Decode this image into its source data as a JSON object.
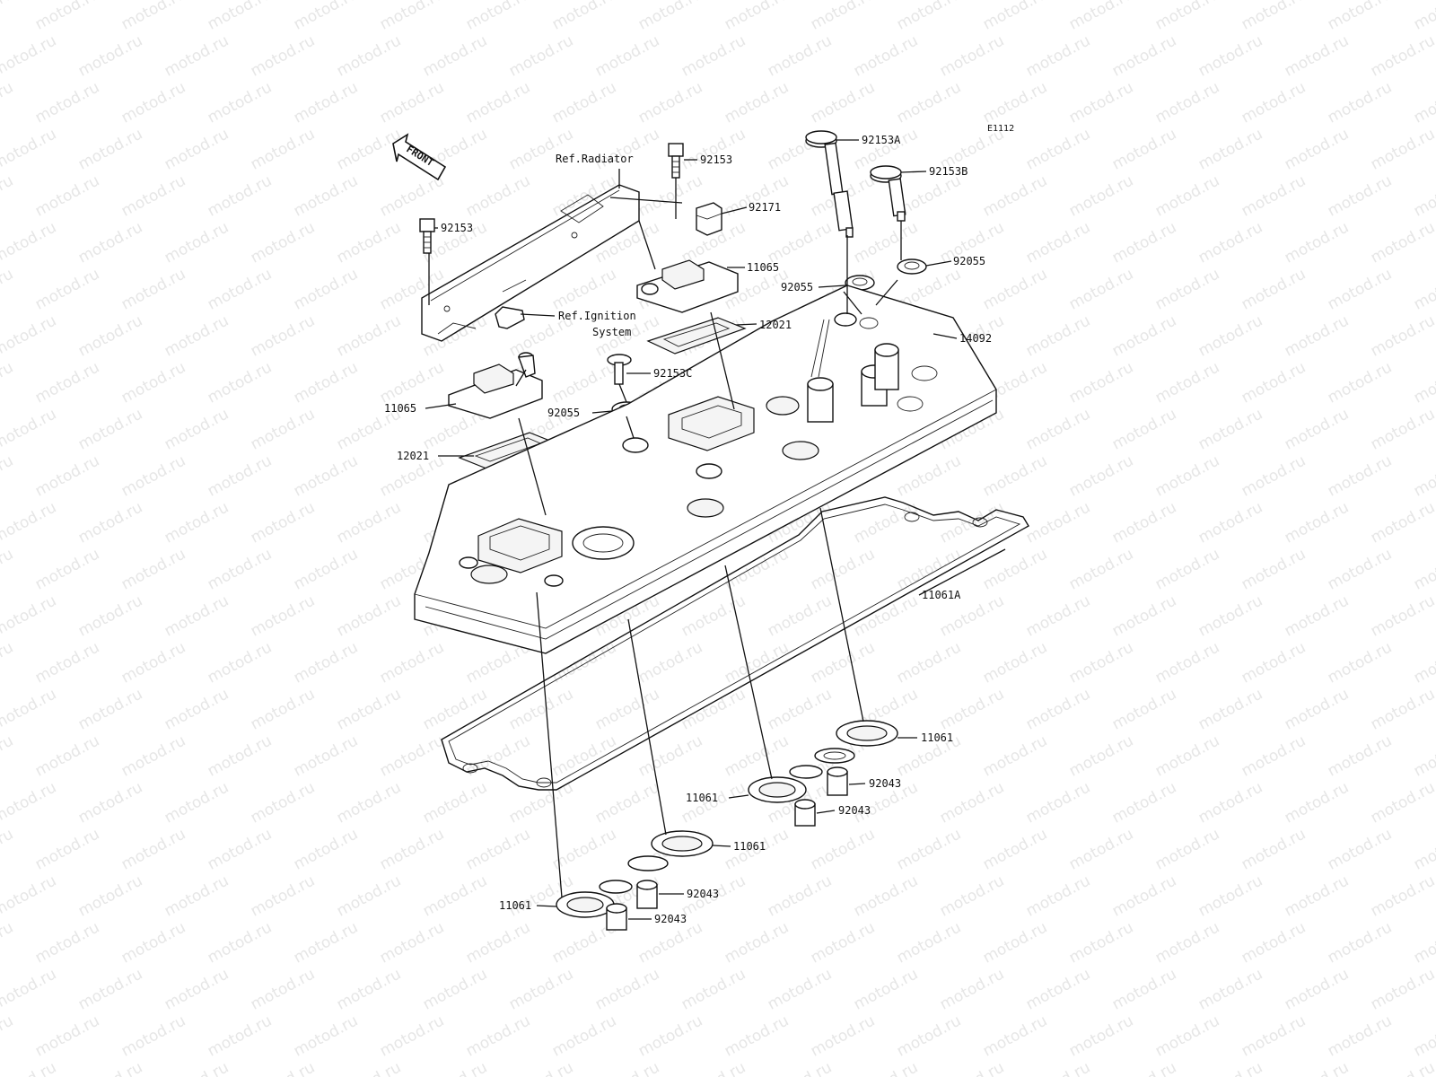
{
  "watermark": "motod.ru",
  "diagram_code": "E1112",
  "front_label": "FRONT",
  "refs": {
    "radiator": "Ref.Radiator",
    "ignition_line1": "Ref.Ignition",
    "ignition_line2": "System"
  },
  "callouts": {
    "p92153_top": "92153",
    "p92153_left": "92153",
    "p92171": "92171",
    "p92153A": "92153A",
    "p92153B": "92153B",
    "p11065_right": "11065",
    "p92055_right": "92055",
    "p92055_mid": "92055",
    "p12021_right": "12021",
    "p14092": "14092",
    "p92153C": "92153C",
    "p11065_left": "11065",
    "p92055_left": "92055",
    "p12021_left": "12021",
    "p11061A": "11061A",
    "p11061_r1": "11061",
    "p92043_r1": "92043",
    "p11061_r2": "11061",
    "p92043_r2": "92043",
    "p11061_l1": "11061",
    "p92043_l1": "92043",
    "p11061_l2": "11061",
    "p92043_l2": "92043"
  }
}
